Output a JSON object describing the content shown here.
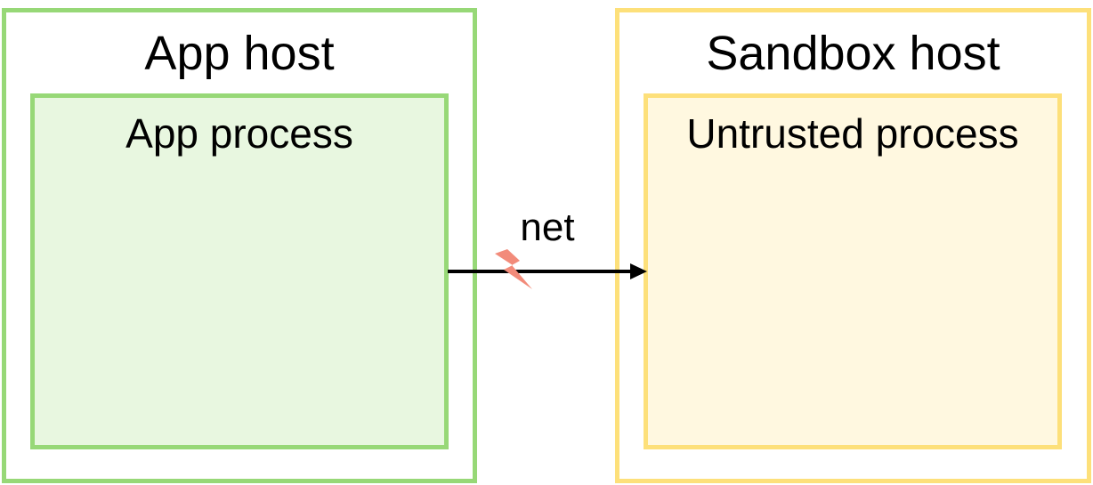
{
  "nodes": {
    "app_host": {
      "label": "App host"
    },
    "app_process": {
      "label": "App process"
    },
    "sandbox_host": {
      "label": "Sandbox host"
    },
    "untrusted_process": {
      "label": "Untrusted process"
    }
  },
  "edges": [
    {
      "from": "app_process",
      "to": "untrusted_process",
      "label": "net",
      "marker": "lightning-bolt-icon"
    }
  ],
  "colors": {
    "app_border": "#97d877",
    "app_fill": "#e8f7e0",
    "sandbox_border": "#fde07a",
    "sandbox_fill": "#fff8e0",
    "bolt": "#f28b7a"
  }
}
